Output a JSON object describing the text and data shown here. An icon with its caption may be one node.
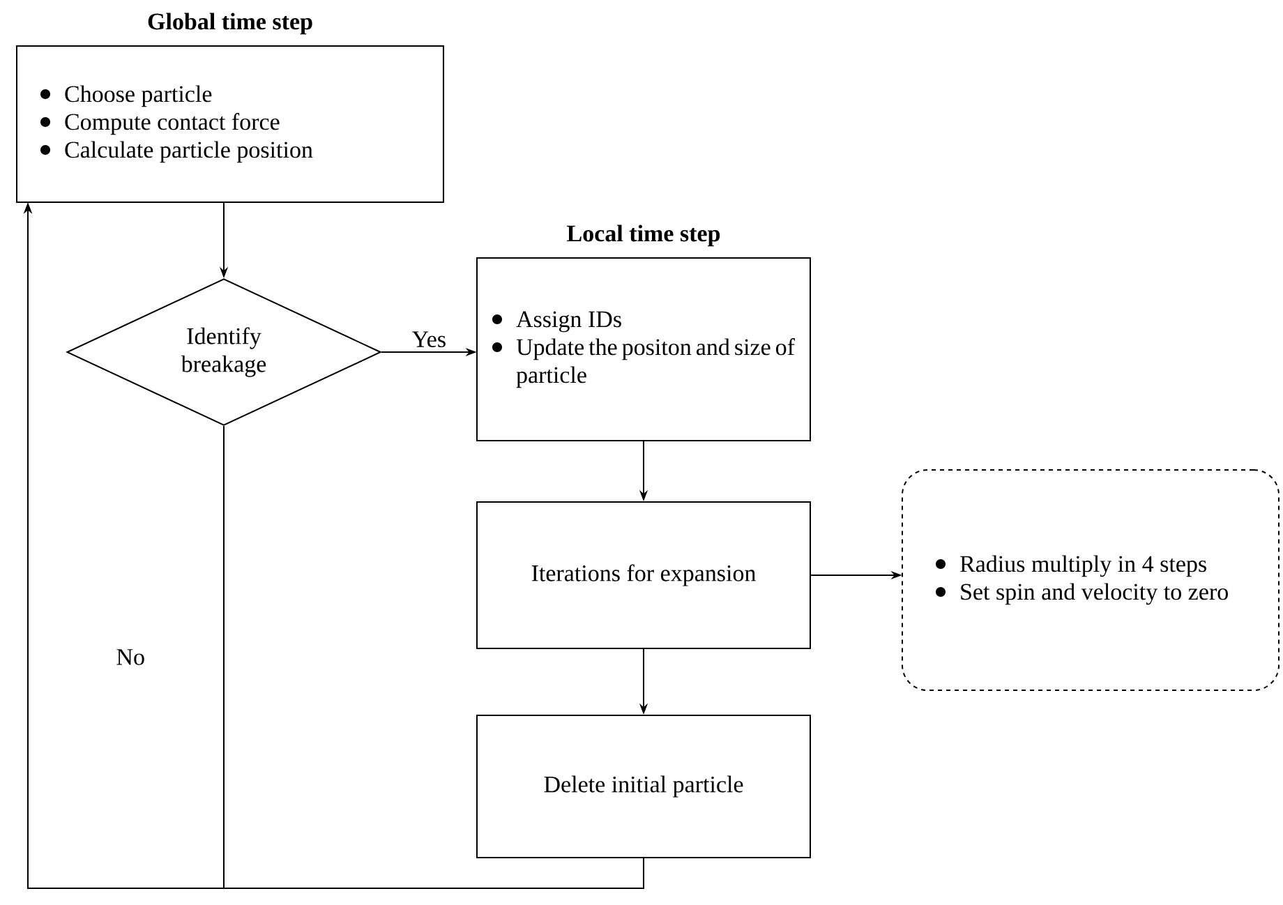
{
  "diagram": {
    "nodes": [
      {
        "text": [
          "Global time step",
          "Choose particle",
          "Compute contact force",
          "Calculate particle position"
        ]
      },
      {
        "text": [
          "Identify breakage"
        ]
      },
      {
        "text": [
          "Local time step",
          "Assign IDs",
          "Update the positon and size of particle"
        ]
      },
      {
        "text": [
          "Iterations for expansion"
        ]
      },
      {
        "text": [
          "Radius multiply in 4 steps",
          "Set spin and velocity to zero"
        ]
      },
      {
        "text": [
          "Delete initial particle"
        ]
      }
    ],
    "edges": [
      {
        "from": 0,
        "to": 1,
        "arrow": "to"
      },
      {
        "from": 1,
        "to": 2,
        "arrow": "to",
        "label": "Yes"
      },
      {
        "from": 2,
        "to": 3,
        "arrow": "to"
      },
      {
        "from": 3,
        "to": 4,
        "arrow": "to"
      },
      {
        "from": 3,
        "to": 5,
        "arrow": "to"
      },
      {
        "from": 1,
        "to": 0,
        "arrow": "to",
        "label": "No"
      },
      {
        "from": 5,
        "to": 0,
        "arrow": "to"
      }
    ]
  }
}
